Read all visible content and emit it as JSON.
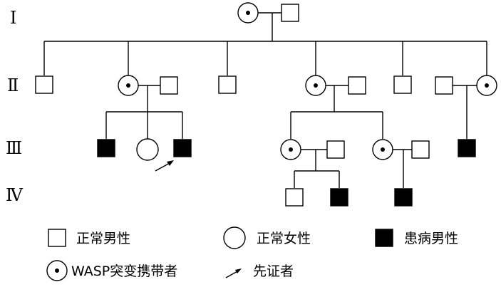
{
  "generations": [
    "Ⅰ",
    "Ⅱ",
    "Ⅲ",
    "Ⅳ"
  ],
  "legend": {
    "normal_male": "正常男性",
    "normal_female": "正常女性",
    "affected_male": "患病男性",
    "carrier": "WASP突变携带者",
    "proband": "先证者"
  }
}
